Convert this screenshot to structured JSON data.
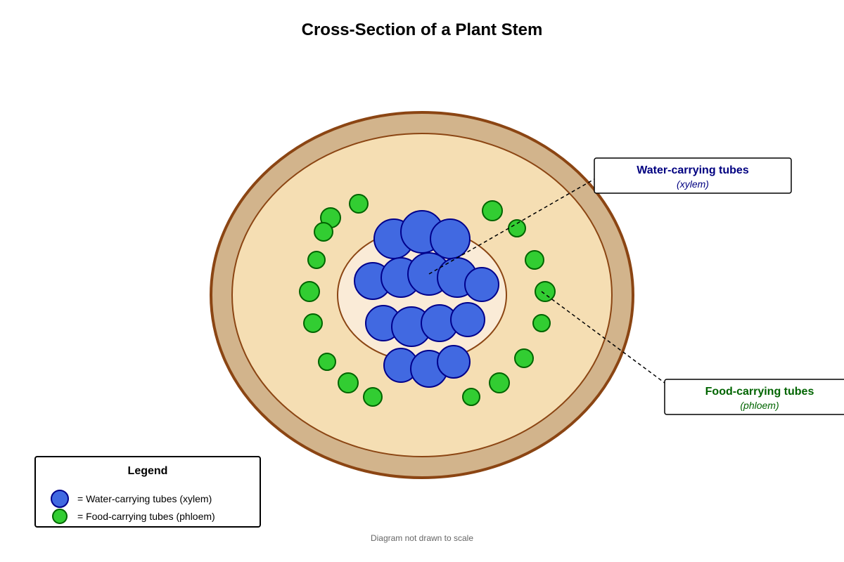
{
  "title": "Cross-Section of a Plant Stem",
  "callouts": {
    "xylem": {
      "title": "Water-carrying tubes",
      "subtitle": "(xylem)",
      "color": "#000080"
    },
    "phloem": {
      "title": "Food-carrying tubes",
      "subtitle": "(phloem)",
      "color": "#006400"
    }
  },
  "legend": {
    "title": "Legend",
    "xylem_label": "= Water-carrying tubes (xylem)",
    "phloem_label": "= Food-carrying tubes (phloem)"
  },
  "footnote": "Diagram not drawn to scale",
  "colors": {
    "bark_fill": "#d2b48c",
    "bark_stroke": "#8b4513",
    "cortex_fill": "#f5deb3",
    "pith_fill": "#faebd7",
    "xylem_fill": "#4169e1",
    "xylem_stroke": "#00008b",
    "phloem_fill": "#32cd32",
    "phloem_stroke": "#006400"
  }
}
